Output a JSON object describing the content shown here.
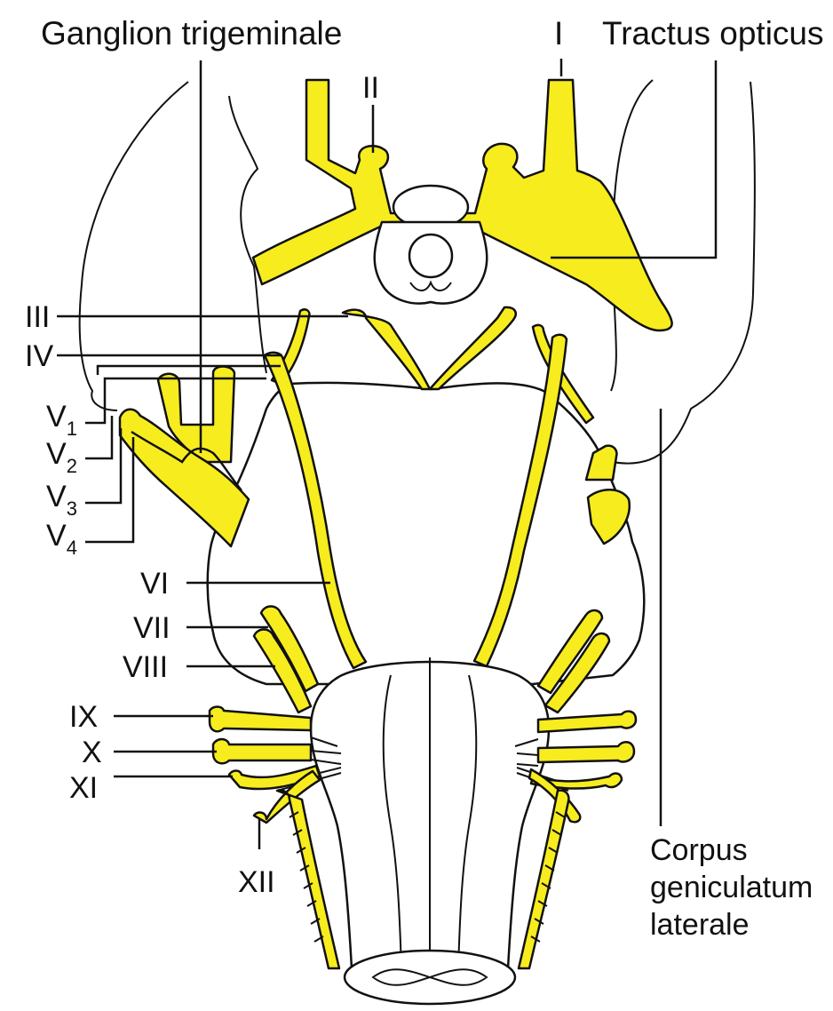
{
  "labels": {
    "ganglion_trigeminale": "Ganglion trigeminale",
    "tractus_opticus": "Tractus opticus",
    "corpus": [
      "Corpus",
      "geniculatum",
      "laterale"
    ],
    "I": "I",
    "II": "II",
    "III": "III",
    "IV": "IV",
    "V1": {
      "base": "V",
      "sub": "1"
    },
    "V2": {
      "base": "V",
      "sub": "2"
    },
    "V3": {
      "base": "V",
      "sub": "3"
    },
    "V4": {
      "base": "V",
      "sub": "4"
    },
    "VI": "VI",
    "VII": "VII",
    "VIII": "VIII",
    "IX": "IX",
    "X": "X",
    "XI": "XI",
    "XII": "XII"
  },
  "colors": {
    "nerve": "#f7ec1e",
    "outline": "#111111",
    "background": "#ffffff"
  }
}
